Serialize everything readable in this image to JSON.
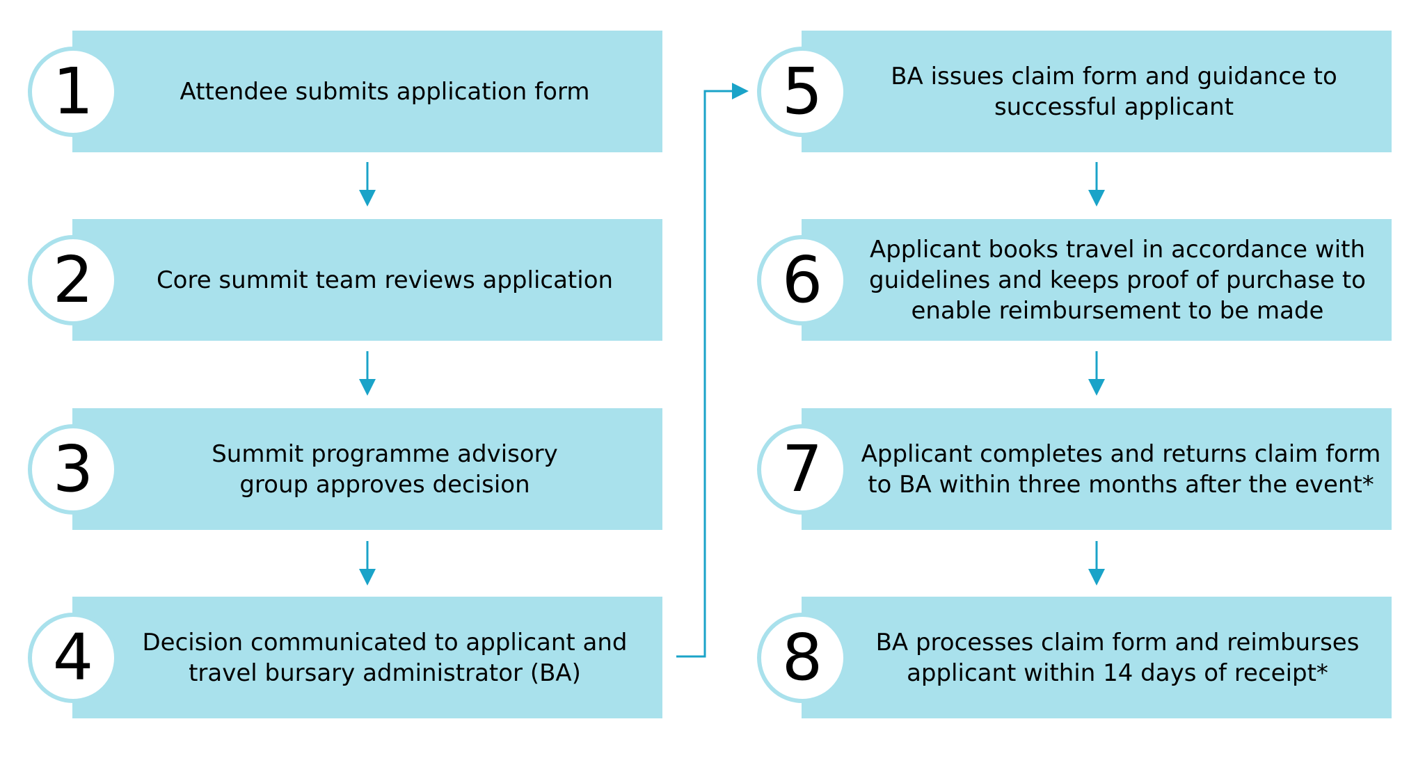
{
  "colors": {
    "box_fill": "#a9e1ec",
    "badge_border": "#a9e1ec",
    "badge_fill": "#ffffff",
    "arrow": "#1aa3c8",
    "text": "#000000"
  },
  "steps": [
    {
      "number": "1",
      "text": "Attendee submits application form"
    },
    {
      "number": "2",
      "text": "Core summit team reviews application"
    },
    {
      "number": "3",
      "text": "Summit programme advisory group approves decision"
    },
    {
      "number": "4",
      "text": "Decision communicated to applicant and travel bursary administrator (BA)"
    },
    {
      "number": "5",
      "text": "BA issues claim form and guidance to successful applicant"
    },
    {
      "number": "6",
      "text": "Applicant books travel in accordance with guidelines and keeps proof of purchase to enable reimbursement to be made"
    },
    {
      "number": "7",
      "text": "Applicant completes and returns claim form to BA within three months after the event*"
    },
    {
      "number": "8",
      "text": "BA processes claim form and reimburses applicant within 14 days of receipt*"
    }
  ]
}
